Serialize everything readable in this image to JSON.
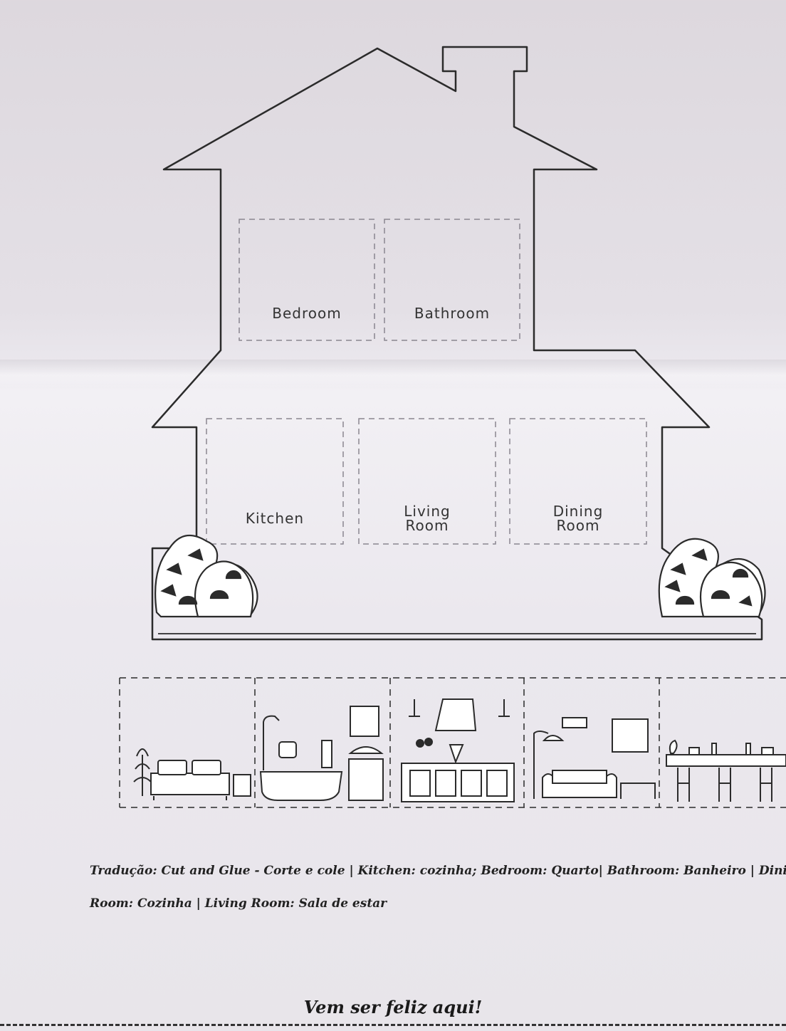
{
  "rooms": {
    "bedroom": "Bedroom",
    "bathroom": "Bathroom",
    "kitchen": "Kitchen",
    "living_room": "Living\nRoom",
    "dining_room": "Dining\nRoom"
  },
  "strip_icons": [
    "bed-icon",
    "bathtub-icon",
    "kitchen-counter-icon",
    "sofa-icon",
    "bar-counter-icon"
  ],
  "caption": {
    "line1": "Tradução: Cut and Glue - Corte e cole | Kitchen: cozinha; Bedroom: Quarto| Bathroom: Banheiro | Dining",
    "line2": "Room: Cozinha | Living Room: Sala de estar"
  },
  "footer": {
    "slogan": "Vem ser feliz aqui!"
  },
  "colors": {
    "paper": "#e8e5ea",
    "ink": "#2b2b2b",
    "dash": "#8a8690"
  }
}
